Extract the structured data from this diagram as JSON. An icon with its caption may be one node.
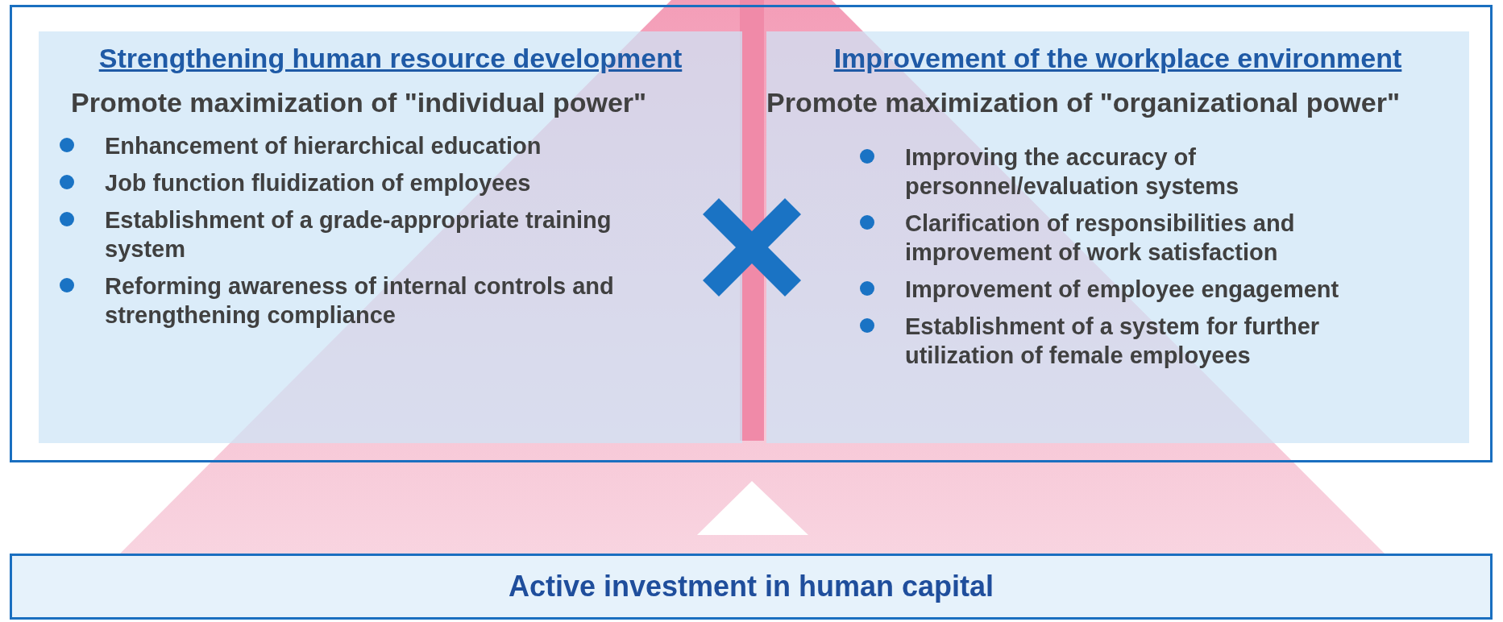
{
  "diagram": {
    "nodes": [
      {
        "text": [],
        "shape": "box"
      },
      {
        "text": [
          "Strengthening human resource development",
          "Promote maximization of \"individual power\"",
          "Enhancement of hierarchical education",
          "Job function fluidization of employees",
          "Establishment of a grade-appropriate training system",
          "Reforming awareness of internal controls and strengthening compliance"
        ],
        "in": 0
      },
      {
        "text": [
          "Improvement of the workplace environment",
          "Promote maximization of \"organizational power\"",
          "Improving the accuracy of personnel/evaluation systems",
          "Clarification of responsibilities and improvement of work satisfaction",
          "Improvement of employee engagement",
          "Establishment of a system for further utilization of female employees"
        ],
        "in": 0
      },
      {
        "text": [
          "Active investment in human capital"
        ]
      }
    ]
  }
}
